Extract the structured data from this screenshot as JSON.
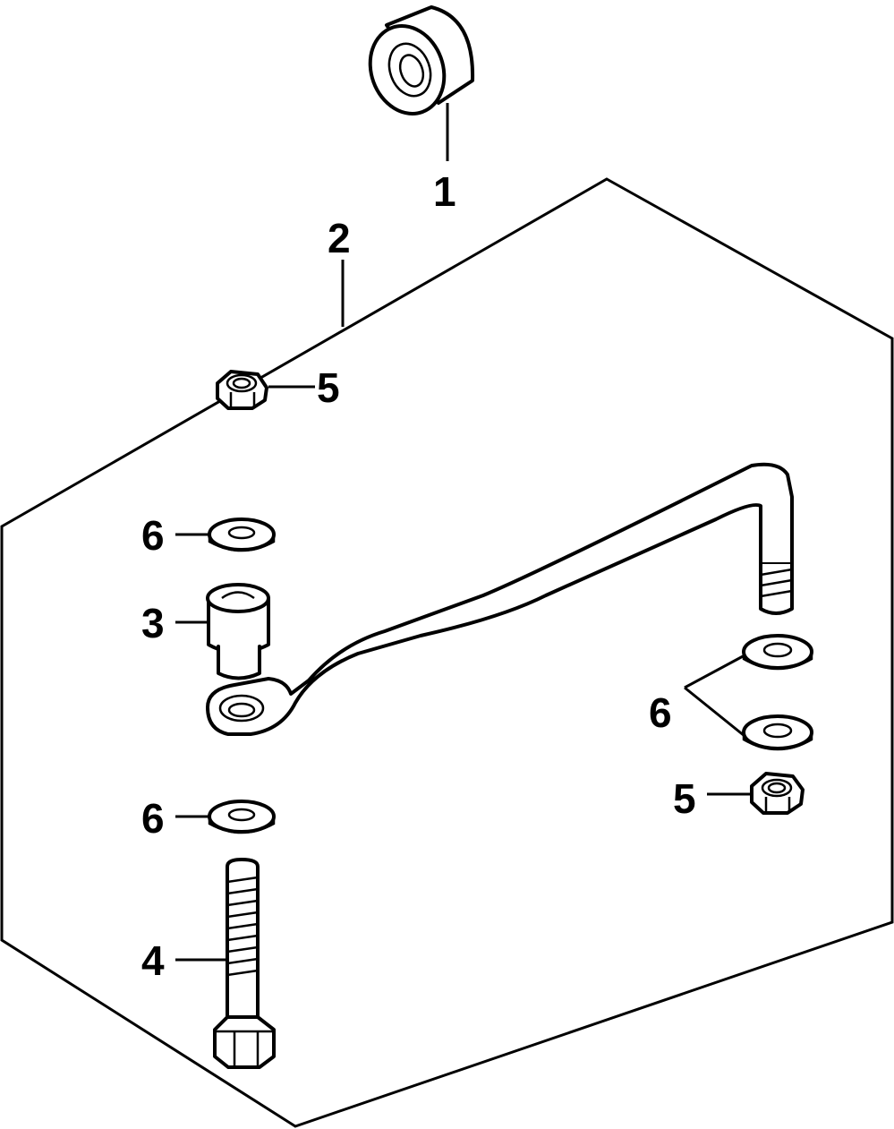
{
  "diagram": {
    "title": "",
    "callouts": {
      "c1": "1",
      "c2": "2",
      "c3": "3",
      "c4": "4",
      "c5a": "5",
      "c5b": "5",
      "c6a": "6",
      "c6b": "6",
      "c6c": "6"
    },
    "parts": [
      {
        "id": "1",
        "name": "bushing"
      },
      {
        "id": "2",
        "name": "kit-outline"
      },
      {
        "id": "3",
        "name": "spacer"
      },
      {
        "id": "4",
        "name": "bolt"
      },
      {
        "id": "5",
        "name": "nut"
      },
      {
        "id": "6",
        "name": "washer"
      }
    ]
  }
}
